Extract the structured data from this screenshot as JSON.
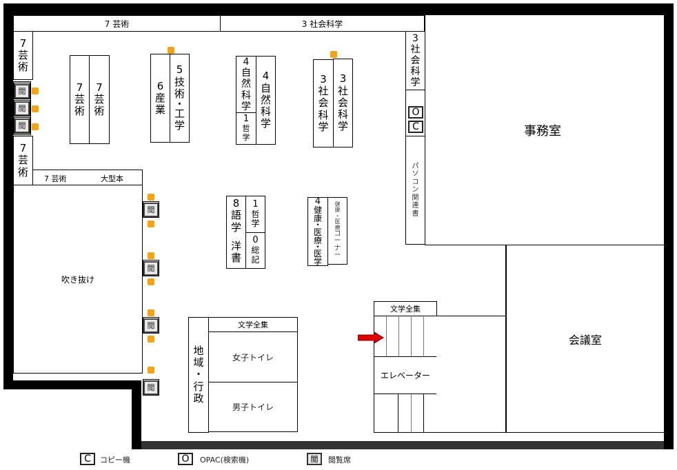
{
  "map": {
    "top_shelves": {
      "left": "7 芸術",
      "right": "3 社会科学"
    },
    "left_wall_shelves": {
      "upper": [
        "7",
        "芸",
        "術"
      ],
      "lower": [
        "7",
        "芸",
        "術"
      ]
    },
    "art_large_shelf": {
      "category": "7 芸術",
      "large_books": "大型本"
    },
    "atrium": "吹き抜け",
    "stacks": {
      "art_a": [
        "7",
        "芸",
        "術"
      ],
      "art_b": [
        "7",
        "芸",
        "術"
      ],
      "industry": [
        "6",
        "産",
        "業"
      ],
      "technology": [
        "5",
        "技",
        "術",
        "・",
        "工",
        "学"
      ],
      "natural_science_a": [
        "4",
        "自",
        "然",
        "科",
        "学"
      ],
      "philosophy_a": [
        "1",
        "哲",
        "学"
      ],
      "natural_science_b": [
        "4",
        "自",
        "然",
        "科",
        "学"
      ],
      "social_science_a": [
        "3",
        "社",
        "会",
        "科",
        "学"
      ],
      "social_science_b": [
        "3",
        "社",
        "会",
        "科",
        "学"
      ],
      "social_science_right": [
        "3",
        "社",
        "会",
        "科",
        "学"
      ],
      "language": [
        "8",
        "語",
        "学"
      ],
      "western_books": [
        "洋",
        "書"
      ],
      "philosophy_b": [
        "1",
        "哲",
        "学"
      ],
      "general": [
        "0",
        "総",
        "記"
      ],
      "health": [
        "4",
        "健",
        "康",
        "・",
        "医",
        "療",
        "・",
        "医",
        "学"
      ],
      "health_corner": [
        "健",
        "康",
        "・",
        "医",
        "療",
        "コ",
        "ー",
        "ナ",
        "ー"
      ],
      "pc_books": [
        "パ",
        "ソ",
        "コ",
        "ン",
        "関",
        "連",
        "書"
      ],
      "regional_admin": [
        "地",
        "域",
        "・",
        "行",
        "政"
      ]
    },
    "literature_shelf_1": "文学全集",
    "literature_shelf_2": "文学全集",
    "womens_toilet": "女子トイレ",
    "mens_toilet": "男子トイレ",
    "elevator": "エレベーター",
    "office": "事務室",
    "meeting_room": "会議室",
    "opac_symbol": "O",
    "copier_symbol": "C",
    "seat_symbol": "閲",
    "accent_colors": {
      "seat_dot": "#f7a20f",
      "arrow": "#e00000",
      "wall": "#000000",
      "floor_edge": "#333333"
    }
  },
  "legend": {
    "copier": {
      "symbol": "C",
      "label": "コピー機"
    },
    "opac": {
      "symbol": "O",
      "label": "OPAC(検索機)"
    },
    "seat": {
      "symbol": "閲",
      "label": "閲覧席"
    }
  }
}
